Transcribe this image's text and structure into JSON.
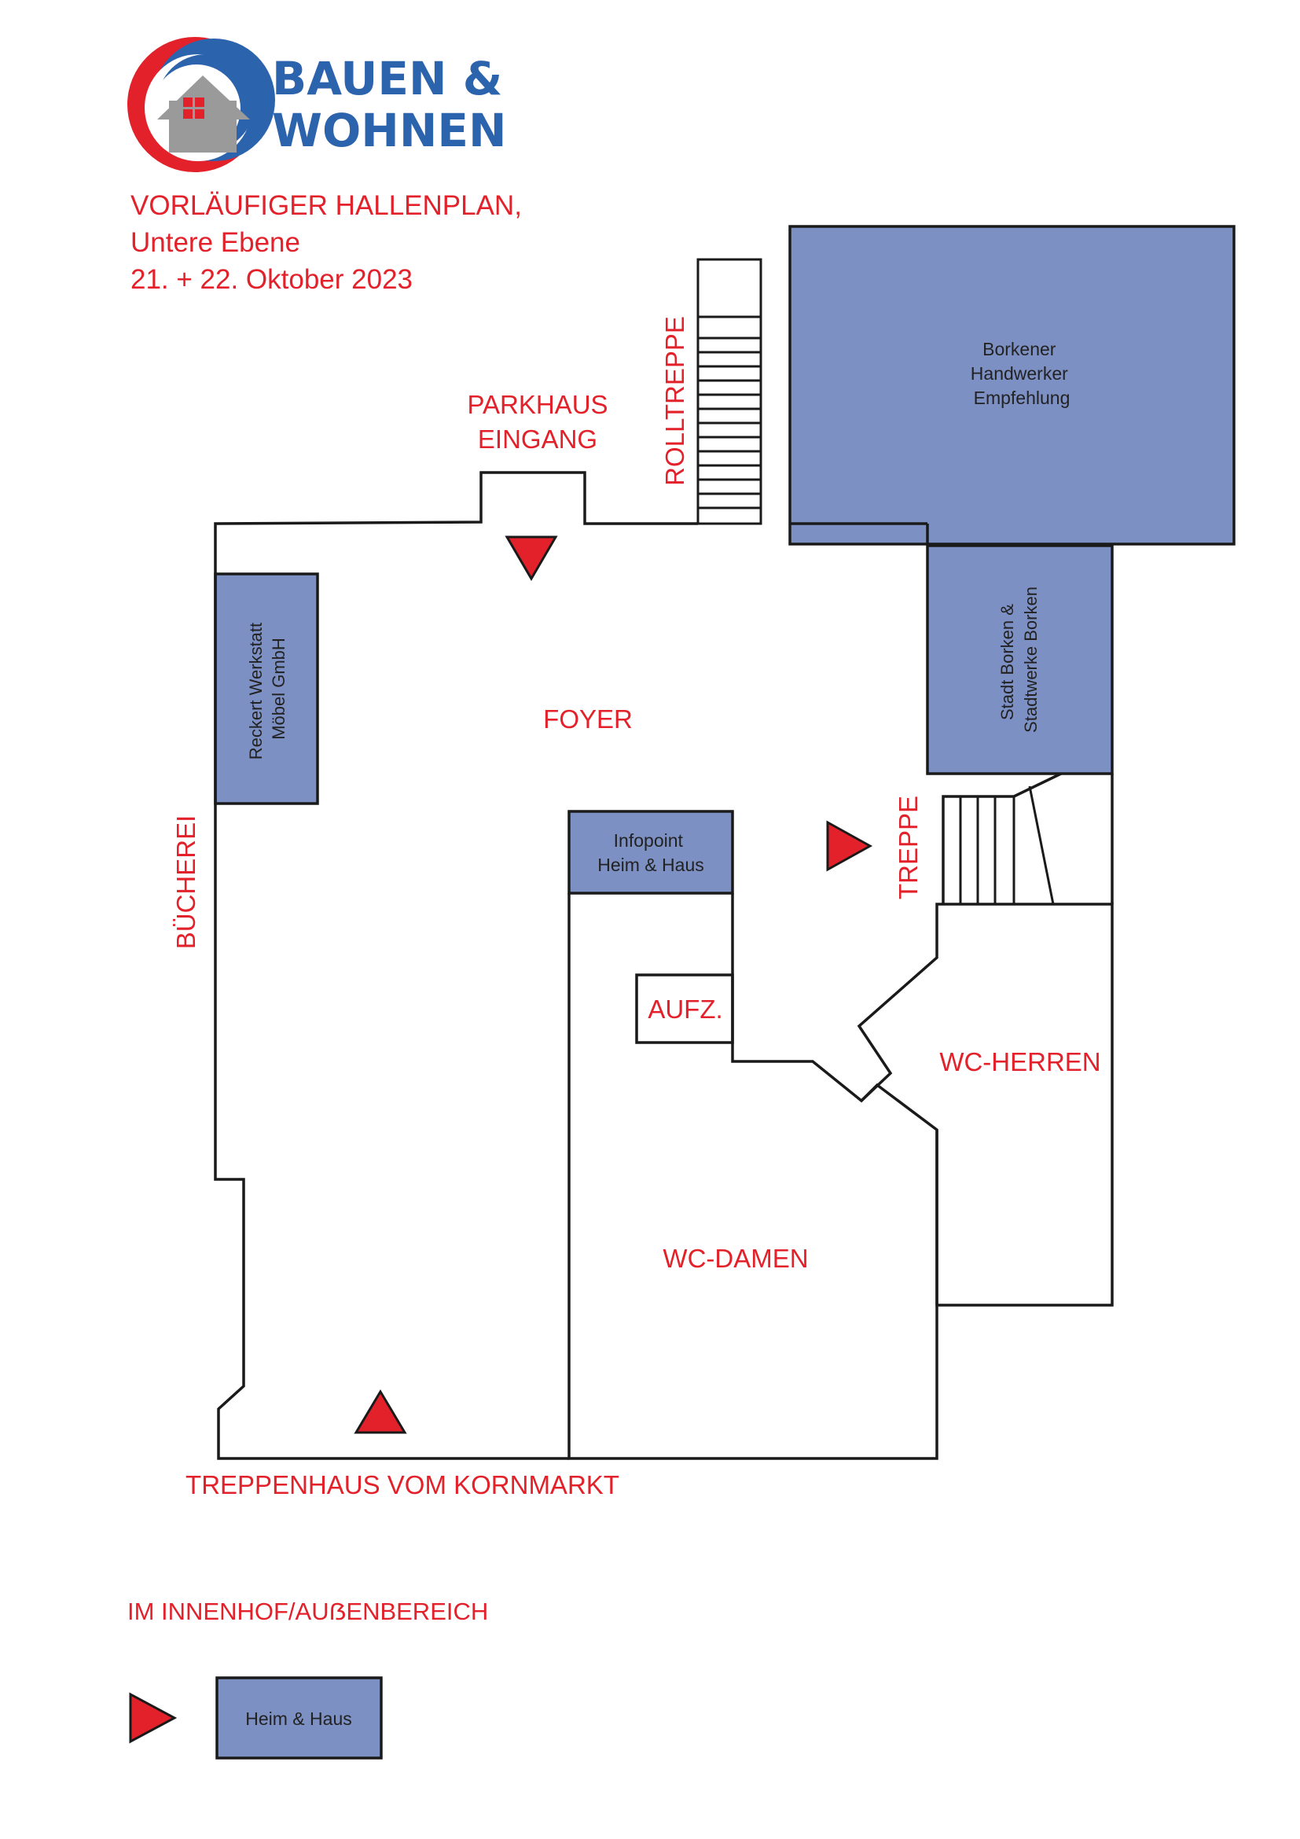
{
  "brand": {
    "line1": "BAUEN &",
    "line2": "WOHNEN",
    "color_blue": "#2c63ad",
    "color_red": "#e3212a",
    "color_gray": "#9a9a9a",
    "logo_icon": "house-in-circles-logo"
  },
  "header": {
    "title_line1": "VORLÄUFIGER HALLENPLAN,",
    "title_line2": "Untere Ebene",
    "title_line3": "21. + 22. Oktober 2023"
  },
  "colors": {
    "booth_fill": "#7d90c4",
    "label_red": "#e3212a",
    "wall": "#1a1a1a",
    "marker_red": "#e3212a"
  },
  "labels": {
    "parkhaus_line1": "PARKHAUS",
    "parkhaus_line2": "EINGANG",
    "rolltreppe": "ROLLTREPPE",
    "foyer": "FOYER",
    "buecherei": "BÜCHEREI",
    "treppe": "TREPPE",
    "aufzug": "AUFZ.",
    "wc_herren": "WC-HERREN",
    "wc_damen": "WC-DAMEN",
    "treppenhaus": "TREPPENHAUS VOM KORNMARKT"
  },
  "booths": {
    "borkener": [
      "Borkener",
      "Handwerker",
      "Empfehlung"
    ],
    "stadt": [
      "Stadt Borken &",
      "Stadtwerke Borken"
    ],
    "reckert": [
      "Reckert Werkstatt",
      "Möbel GmbH"
    ],
    "infopoint": [
      "Infopoint",
      "Heim & Haus"
    ]
  },
  "outdoor": {
    "heading": "IM INNENHOF/AUẞENBEREICH",
    "booth_label": "Heim & Haus",
    "marker_icon": "triangle-right-marker-icon"
  }
}
